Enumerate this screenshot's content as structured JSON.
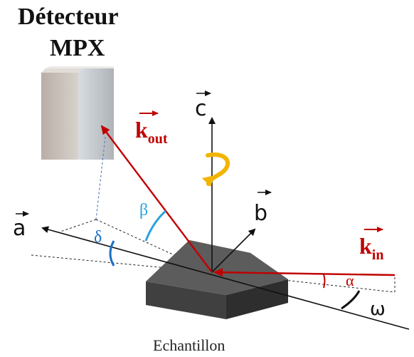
{
  "title": {
    "line1": "Détecteur",
    "line2": "MPX"
  },
  "axes": {
    "a": "a",
    "b": "b",
    "c": "c"
  },
  "vectors": {
    "k_out": {
      "base": "k",
      "sub": "out"
    },
    "k_in": {
      "base": "k",
      "sub": "in"
    }
  },
  "angles": {
    "alpha": "α",
    "beta": "β",
    "delta": "δ",
    "omega": "ω"
  },
  "sample_label": "Echantillon",
  "colors": {
    "vector_red": "#c00000",
    "angle_light_blue": "#29a3de",
    "angle_dark_blue": "#1a6fc4",
    "rotation_arrow": "#f2b400",
    "detector_front": "#c8c2bc",
    "sample": "#4a4a4a"
  }
}
